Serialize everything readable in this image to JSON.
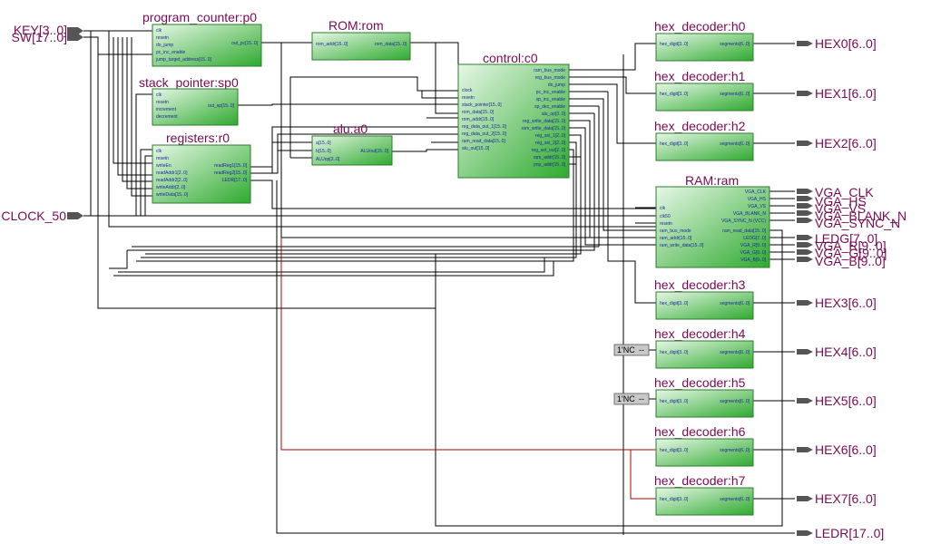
{
  "colors": {
    "block_fill_top": "#e6f7e6",
    "block_fill_bottom": "#2faa2f",
    "title": "#7a0a55",
    "port_text": "#1a2a99",
    "red_wire": "#b40000"
  },
  "blocks": {
    "pc": {
      "title": "program_counter:p0",
      "inputs": [
        "clk",
        "resetn",
        "do_jump",
        "pc_inc_enable",
        "jump_target_address[15..0]"
      ],
      "outputs": [
        "out_pc[15..0]"
      ]
    },
    "rom": {
      "title": "ROM:rom",
      "inputs": [
        "rom_addr[15..0]"
      ],
      "outputs": [
        "rom_data[15..0]"
      ]
    },
    "sp": {
      "title": "stack_pointer:sp0",
      "inputs": [
        "clk",
        "resetn",
        "increment",
        "decrement"
      ],
      "outputs": [
        "out_sp[15..0]"
      ]
    },
    "alu": {
      "title": "alu:a0",
      "inputs": [
        "a[15..0]",
        "b[15..0]",
        "ALUop[3..0]"
      ],
      "outputs": [
        "ALUout[15..0]"
      ]
    },
    "regs": {
      "title": "registers:r0",
      "inputs": [
        "clk",
        "resetn",
        "writeEn",
        "readAddr1[2..0]",
        "readAddr2[2..0]",
        "writeAddr[2..0]",
        "writeData[15..0]"
      ],
      "outputs": [
        "readReg1[15..0]",
        "readReg2[15..0]",
        "LEDR[17..0]"
      ]
    },
    "ctrl": {
      "title": "control:c0",
      "inputs": [
        "clock",
        "resetn",
        "stack_pointer[15..0]",
        "rom_data[15..0]",
        "rom_addr[15..0]",
        "reg_data_out_1[15..0]",
        "reg_data_out_2[15..0]",
        "ram_read_data[15..0]",
        "alu_out[15..0]"
      ],
      "outputs": [
        "ram_bus_mode",
        "reg_bus_mode",
        "do_jump",
        "pc_inc_enable",
        "sp_inc_enable",
        "sp_dec_enable",
        "alu_op[3..0]",
        "reg_write_data[15..0]",
        "ram_write_data[15..0]",
        "reg_sel_1[2..0]",
        "reg_sel_2[2..0]",
        "reg_sel_out[2..0]",
        "ram_addr[15..0]",
        "jmp_addr[15..0]"
      ]
    },
    "ram": {
      "title": "RAM:ram",
      "inputs": [
        "clk",
        "clk50",
        "resetn",
        "ram_bus_mode",
        "ram_addr[15..0]",
        "ram_write_data[15..0]"
      ],
      "outputs": [
        "VGA_CLK",
        "VGA_HS",
        "VGA_VS",
        "VGA_BLANK_N",
        "VGA_SYNC_N (VCC)",
        "ram_read_data[15..0]",
        "LEDG[7..0]",
        "VGA_R[9..0]",
        "VGA_G[9..0]",
        "VGA_B[9..0]"
      ]
    },
    "h0": {
      "title": "hex_decoder:h0",
      "inputs": [
        "hex_digit[3..0]"
      ],
      "outputs": [
        "segments[6..0]"
      ]
    },
    "h1": {
      "title": "hex_decoder:h1",
      "inputs": [
        "hex_digit[3..0]"
      ],
      "outputs": [
        "segments[6..0]"
      ]
    },
    "h2": {
      "title": "hex_decoder:h2",
      "inputs": [
        "hex_digit[3..0]"
      ],
      "outputs": [
        "segments[6..0]"
      ]
    },
    "h3": {
      "title": "hex_decoder:h3",
      "inputs": [
        "hex_digit[3..0]"
      ],
      "outputs": [
        "segments[6..0]"
      ]
    },
    "h4": {
      "title": "hex_decoder:h4",
      "inputs": [
        "hex_digit[3..0]"
      ],
      "outputs": [
        "segments[6..0]"
      ]
    },
    "h5": {
      "title": "hex_decoder:h5",
      "inputs": [
        "hex_digit[3..0]"
      ],
      "outputs": [
        "segments[6..0]"
      ]
    },
    "h6": {
      "title": "hex_decoder:h6",
      "inputs": [
        "hex_digit[3..0]"
      ],
      "outputs": [
        "segments[6..0]"
      ]
    },
    "h7": {
      "title": "hex_decoder:h7",
      "inputs": [
        "hex_digit[3..0]"
      ],
      "outputs": [
        "segments[6..0]"
      ]
    }
  },
  "inputs": {
    "key": "KEY[3..0]",
    "sw": "SW[17..0]",
    "clock": "CLOCK_50"
  },
  "outputs": {
    "hex0": "HEX0[6..0]",
    "hex1": "HEX1[6..0]",
    "hex2": "HEX2[6..0]",
    "hex3": "HEX3[6..0]",
    "hex4": "HEX4[6..0]",
    "hex5": "HEX5[6..0]",
    "hex6": "HEX6[6..0]",
    "hex7": "HEX7[6..0]",
    "vga_clk": "VGA_CLK",
    "vga_hs": "VGA_HS",
    "vga_vs": "VGA_VS",
    "vga_blank": "VGA_BLANK_N",
    "vga_sync": "VGA_SYNC_N",
    "ledg": "LEDG[7..0]",
    "vga_r": "VGA_R[9..0]",
    "vga_g": "VGA_G[9..0]",
    "vga_b": "VGA_B[9..0]",
    "ledr": "LEDR[17..0]"
  },
  "nc": {
    "label": "1'NC"
  }
}
